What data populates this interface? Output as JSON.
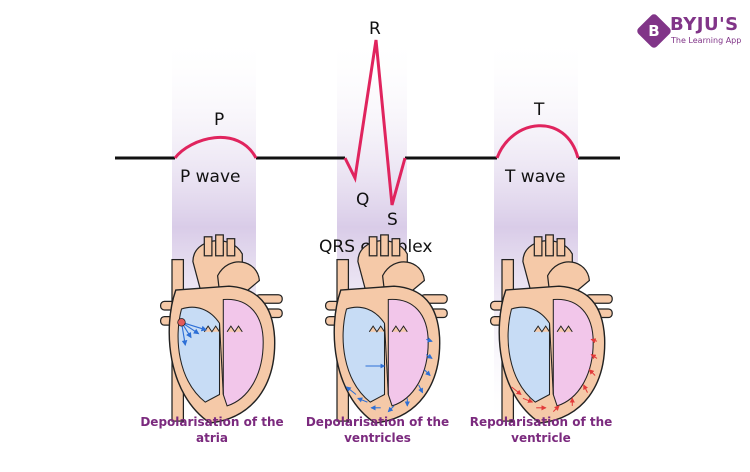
{
  "brand": {
    "logo_letter": "B",
    "name": "BYJU'S",
    "tagline": "The Learning App"
  },
  "waves": {
    "p_peak": "P",
    "p_name": "P wave",
    "r_peak": "R",
    "q_point": "Q",
    "s_point": "S",
    "qrs_name": "QRS complex",
    "t_peak": "T",
    "t_name": "T wave"
  },
  "captions": {
    "atria": "Depolarisation of the atria",
    "ventricles": "Depolarisation of the ventricles",
    "repolarisation": "Repolarisation of the ventricle"
  },
  "colors": {
    "accent": "#813588",
    "caption": "#7b2a7e",
    "wave_highlight": "#e0245e",
    "band": "#d7c9e6",
    "chamber_blue": "#c7dcf5",
    "chamber_pink": "#f2c6ea",
    "heart_wall": "#f5c9a8",
    "depolarisation_arrow": "#2d6fd6",
    "repolarisation_arrow": "#e23a3a"
  }
}
